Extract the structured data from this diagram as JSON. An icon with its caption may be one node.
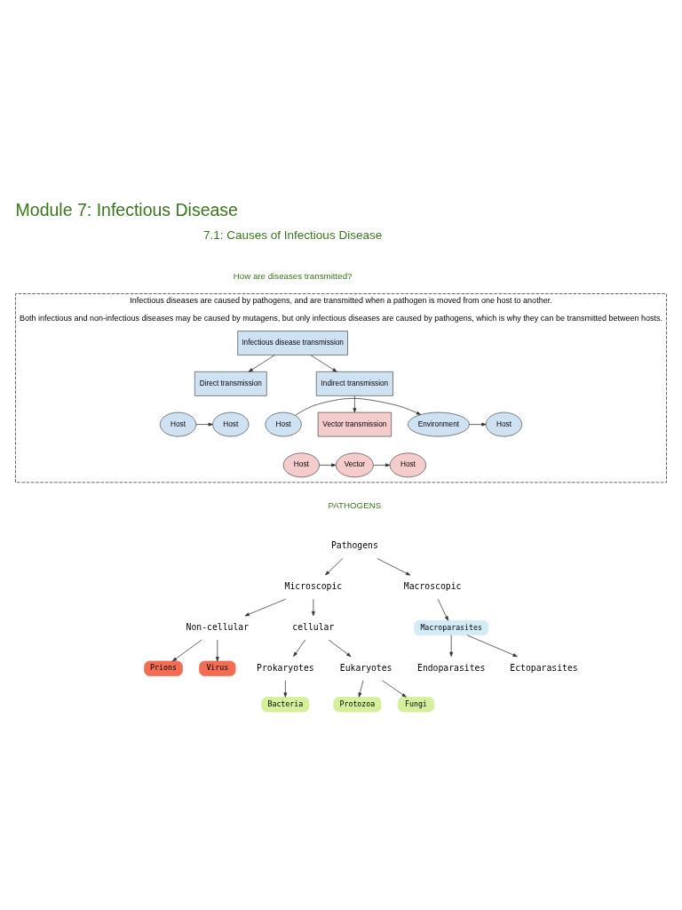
{
  "diagram": {
    "title": "Module 7: Infectious Disease",
    "nodes": [
      {
        "text": [
          "Infectious diseases are caused by pathogens, and are transmitted when a pathogen is moved from one host to another.",
          "Both infectious and non-infectious diseases may be caused by mutagens, but only infectious diseases are caused by pathogens, which is why they can be transmitted between hosts."
        ]
      },
      {
        "text": [
          "Infectious disease transmission"
        ],
        "in": 0
      },
      {
        "text": [
          "Direct transmission"
        ],
        "in": 0
      },
      {
        "text": [
          "Indirect transmission"
        ],
        "in": 0
      },
      {
        "text": [
          "Host"
        ],
        "in": 0
      },
      {
        "text": [
          "Host"
        ],
        "in": 0
      },
      {
        "text": [
          "Host"
        ],
        "in": 0
      },
      {
        "text": [
          "Environment"
        ],
        "in": 0
      },
      {
        "text": [
          "Host"
        ],
        "in": 0
      },
      {
        "text": [
          "Vector transmission"
        ],
        "in": 0
      },
      {
        "text": [
          "Host"
        ],
        "in": 0
      },
      {
        "text": [
          "Vector"
        ],
        "in": 0
      },
      {
        "text": [
          "Host"
        ],
        "in": 0
      },
      {
        "text": [
          "Pathogens"
        ]
      },
      {
        "text": [
          "Microscopic"
        ]
      },
      {
        "text": [
          "Macroscopic"
        ]
      },
      {
        "text": [
          "Non-cellular"
        ]
      },
      {
        "text": [
          "cellular"
        ]
      },
      {
        "text": [
          "Macroparasites"
        ]
      },
      {
        "text": [
          "Prions"
        ]
      },
      {
        "text": [
          "Virus"
        ]
      },
      {
        "text": [
          "Prokaryotes"
        ]
      },
      {
        "text": [
          "Eukaryotes"
        ]
      },
      {
        "text": [
          "Endoparasites"
        ]
      },
      {
        "text": [
          "Ectoparasites"
        ]
      },
      {
        "text": [
          "Bacteria"
        ]
      },
      {
        "text": [
          "Protozoa"
        ]
      },
      {
        "text": [
          "Fungi"
        ]
      }
    ],
    "edges": [
      {
        "from": 1,
        "to": 2,
        "arrow": "to"
      },
      {
        "from": 1,
        "to": 3,
        "arrow": "to"
      },
      {
        "from": 4,
        "to": 5,
        "arrow": "to"
      },
      {
        "from": 6,
        "to": 7,
        "arrow": "to"
      },
      {
        "from": 7,
        "to": 8,
        "arrow": "to"
      },
      {
        "from": 3,
        "to": 9,
        "arrow": "to"
      },
      {
        "from": 10,
        "to": 11,
        "arrow": "to"
      },
      {
        "from": 11,
        "to": 12,
        "arrow": "to"
      },
      {
        "from": 13,
        "to": 14,
        "arrow": "to"
      },
      {
        "from": 13,
        "to": 15,
        "arrow": "to"
      },
      {
        "from": 14,
        "to": 16,
        "arrow": "to"
      },
      {
        "from": 14,
        "to": 17,
        "arrow": "to"
      },
      {
        "from": 15,
        "to": 18,
        "arrow": "to"
      },
      {
        "from": 16,
        "to": 19,
        "arrow": "to"
      },
      {
        "from": 16,
        "to": 20,
        "arrow": "to"
      },
      {
        "from": 17,
        "to": 21,
        "arrow": "to"
      },
      {
        "from": 17,
        "to": 22,
        "arrow": "to"
      },
      {
        "from": 18,
        "to": 23,
        "arrow": "to"
      },
      {
        "from": 18,
        "to": 24,
        "arrow": "to"
      },
      {
        "from": 21,
        "to": 25,
        "arrow": "to"
      },
      {
        "from": 22,
        "to": 26,
        "arrow": "to"
      },
      {
        "from": 22,
        "to": 27,
        "arrow": "to"
      }
    ],
    "labels": [
      "7.1: Causes of Infectious Disease",
      "How are diseases transmitted?",
      "PATHOGENS"
    ]
  }
}
